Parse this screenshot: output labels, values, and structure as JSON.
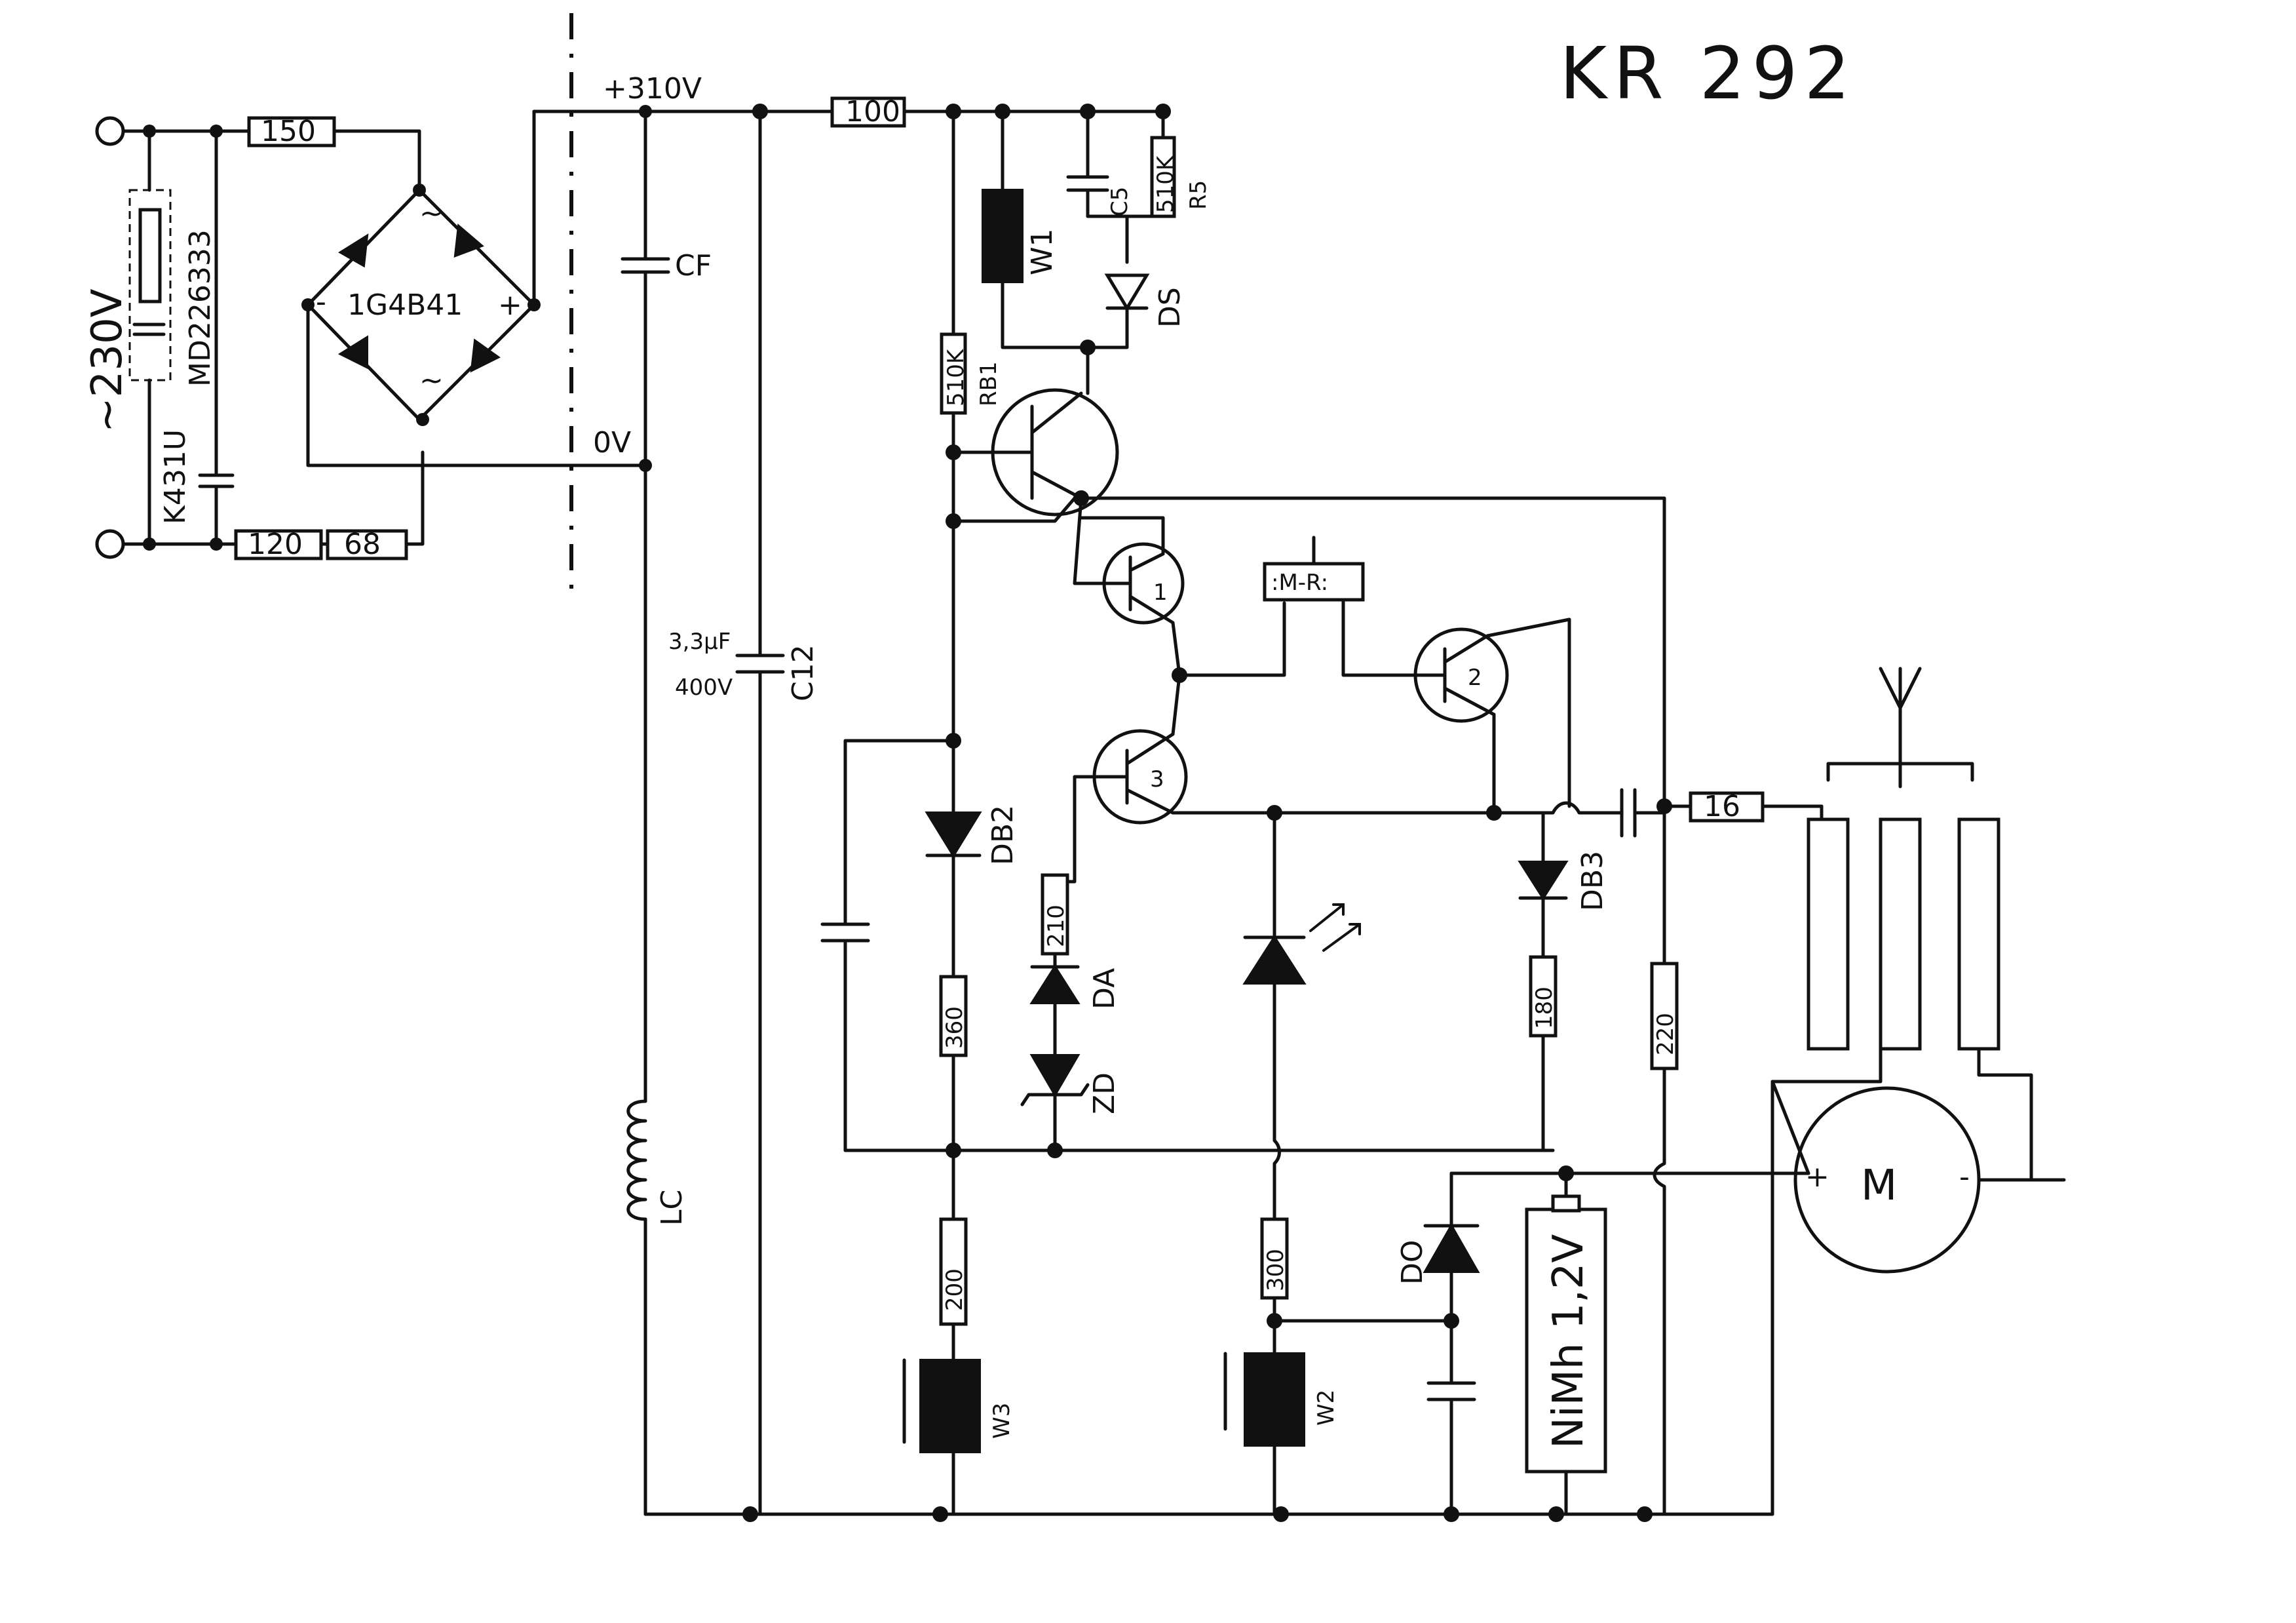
{
  "title": "KR 292",
  "supply": {
    "mains": "~230V",
    "rail_high": "+310V",
    "rail_low": "0V"
  },
  "input": {
    "r_series_1": "150",
    "r_series_2": "120",
    "r_series_3": "68",
    "filter_cap": "MD226333",
    "x_cap": "K431U"
  },
  "bridge": {
    "part": "1G4B41",
    "ac1": "~",
    "ac2": "~",
    "plus": "+",
    "minus": "-"
  },
  "components": {
    "cf": "CF",
    "r_100": "100",
    "w1": "W1",
    "c5": "C5",
    "r5_value": "510K",
    "r5": "R5",
    "ds": "DS",
    "rb1_value": "510K",
    "rb1": "RB1",
    "c12_value": "3,3μF",
    "c12_voltage": "400V",
    "c12": "C12",
    "mr": ":M-R:",
    "db2": "DB2",
    "r_360": "360",
    "r_210": "210",
    "da": "DA",
    "zd": "ZD",
    "db3": "DB3",
    "r_180": "180",
    "r_16": "16",
    "r_220": "220",
    "lc": "LC",
    "r_200": "200",
    "w3": "W3",
    "r_300": "300",
    "w2": "W2",
    "do": "DO",
    "battery": "NiMh 1,2V",
    "motor": "M",
    "motor_plus": "+",
    "motor_minus": "-"
  },
  "transistors": {
    "t1": "1",
    "t2": "2",
    "t3": "3"
  }
}
